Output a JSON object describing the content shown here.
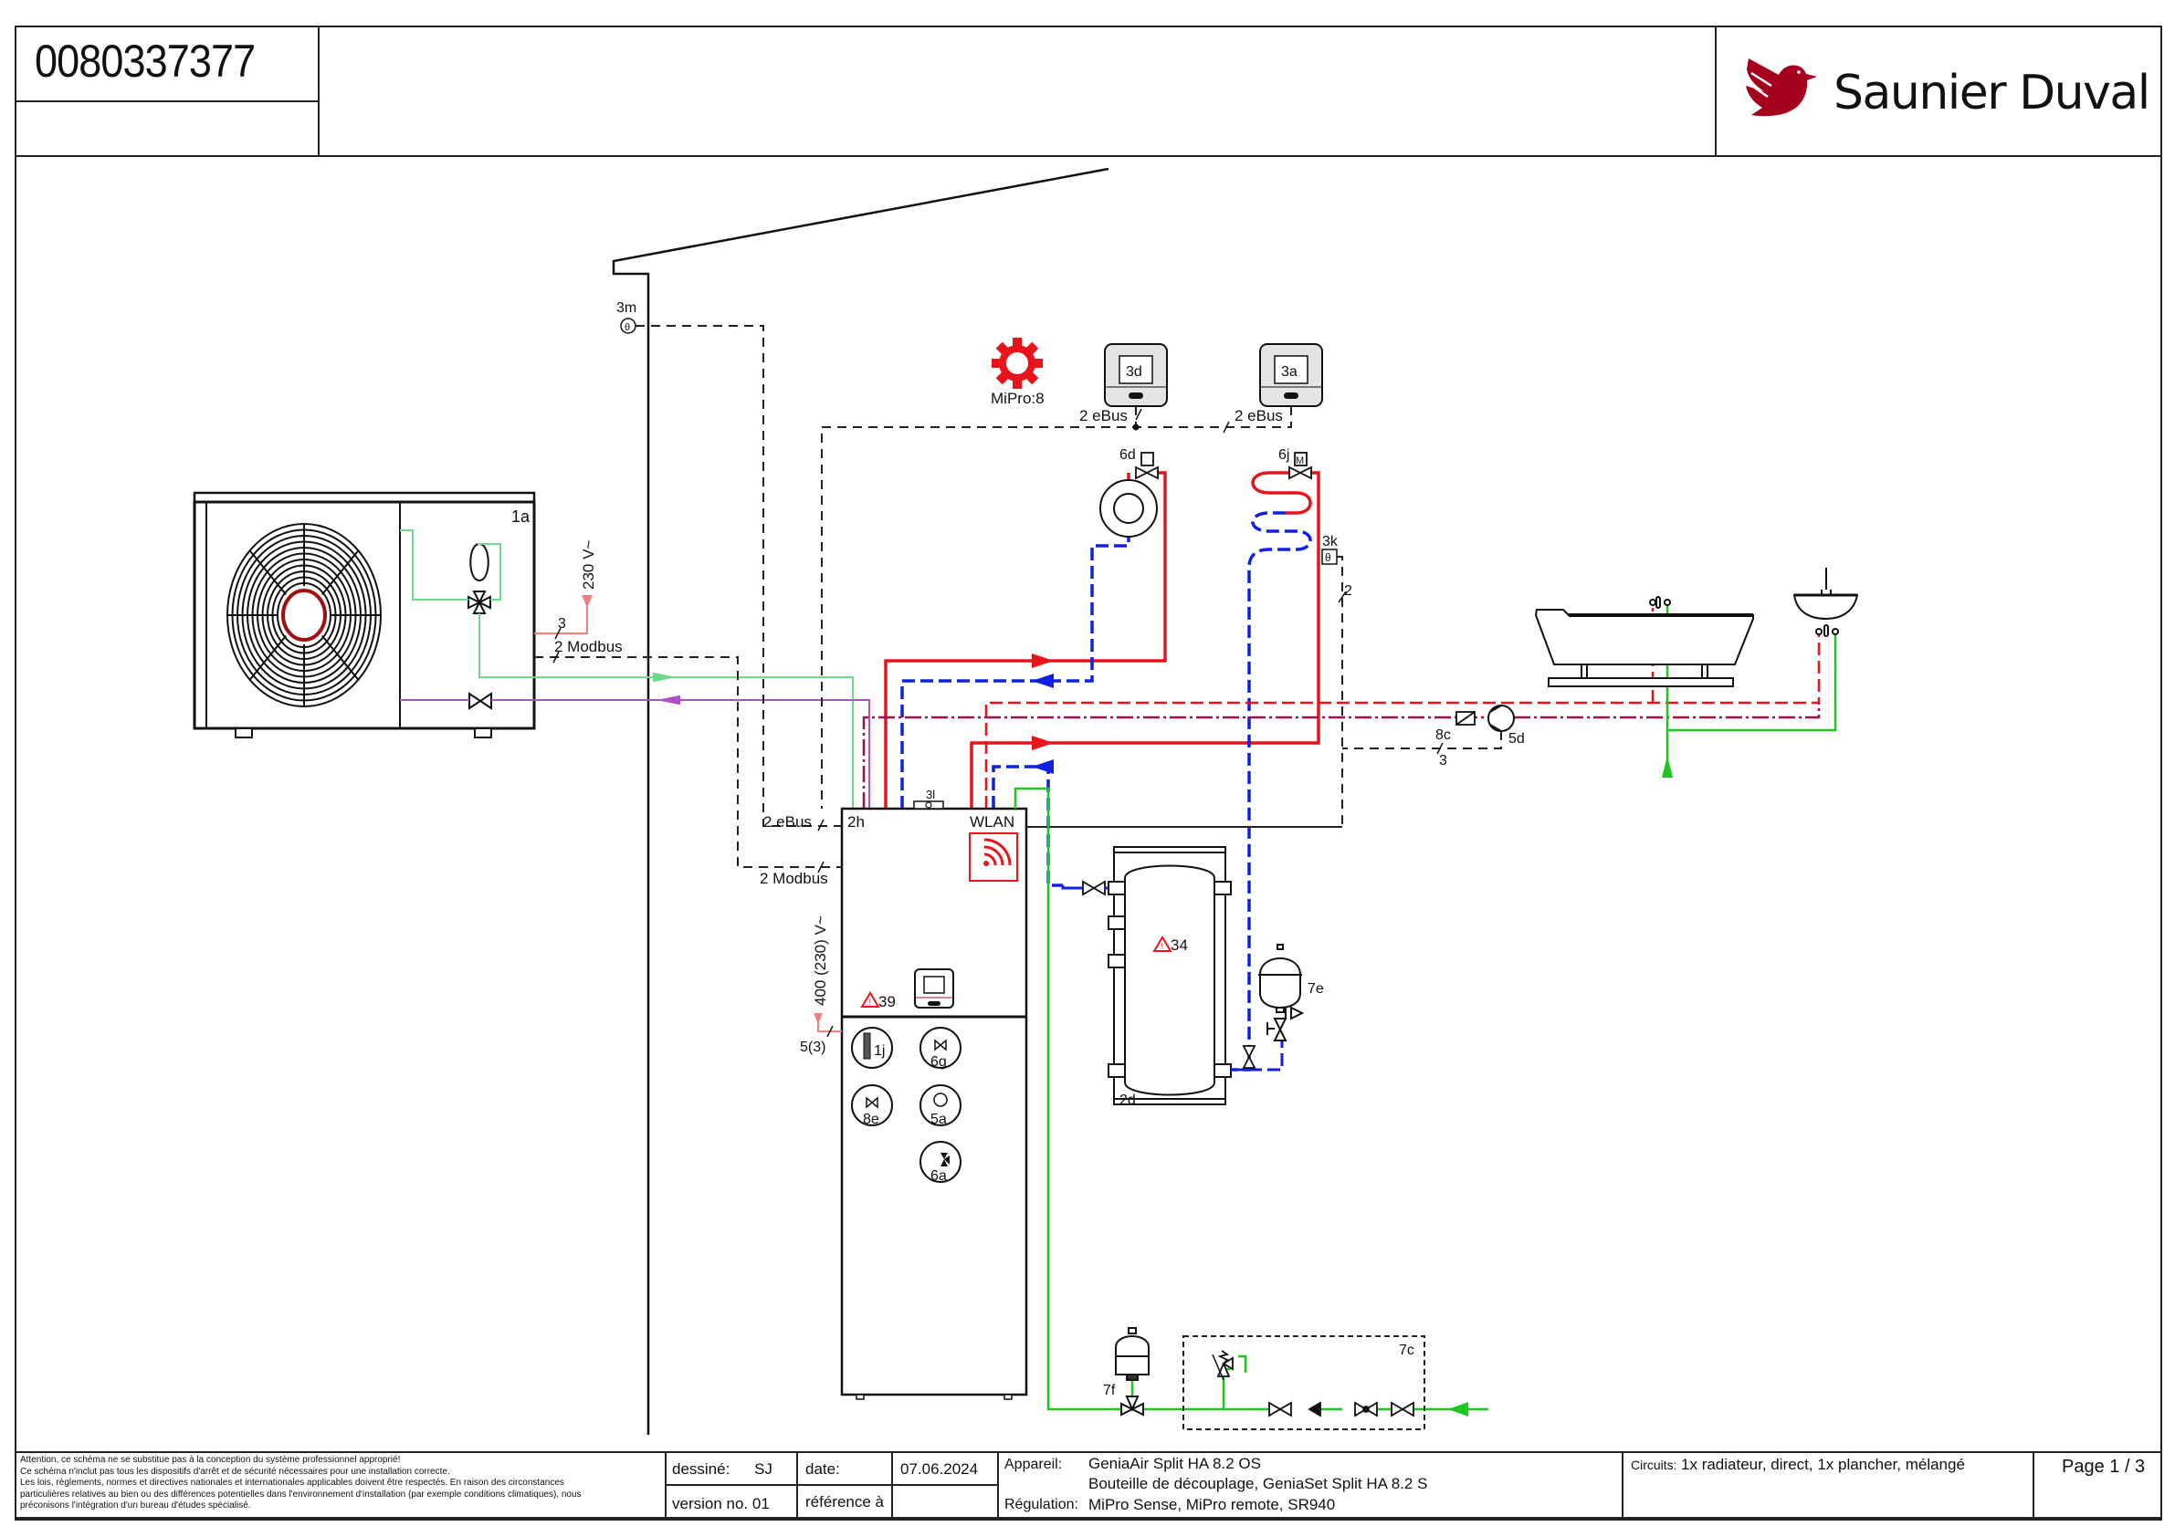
{
  "header": {
    "drawing_number": "0080337377",
    "brand_name": "Saunier Duval",
    "brand_color": "#a6001f"
  },
  "diagram": {
    "labels": {
      "outdoor_unit": "1a",
      "outdoor_power": "230 V~",
      "outdoor_power_wires": "3",
      "modbus_outdoor": "2 Modbus",
      "outdoor_sensor": "3m",
      "mipro": "MiPro:8",
      "controller_3d": "3d",
      "controller_3a": "3a",
      "ebus_3d": "2 eBus",
      "ebus_3a": "2 eBus",
      "valve_6d": "6d",
      "valve_6j": "6j",
      "valve_6j_motor": "M",
      "sensor_3k": "3k",
      "sensor_3k_wires": "2",
      "indoor_unit": "2h",
      "wlan": "WLAN",
      "sensor_3l": "3l",
      "ebus_indoor": "2 eBus",
      "modbus_indoor": "2 Modbus",
      "indoor_power": "400 (230) V~",
      "indoor_power_wires": "5(3)",
      "warning_39": "39",
      "comp_1j": "1j",
      "comp_6g": "6g",
      "comp_8e": "8e",
      "comp_5a": "5a",
      "comp_6a": "6a",
      "tank": "2d",
      "warning_34": "34",
      "expansion_7e": "7e",
      "expansion_7f": "7f",
      "safety_group": "7c",
      "valve_8c": "8c",
      "pump_5d": "5d",
      "pump_wires": "3"
    },
    "pipe_colors": {
      "heating_flow": "#e8141c",
      "heating_return": "#1020e0",
      "refrigerant_gas": "#6fd88a",
      "refrigerant_liquid": "#b050c8",
      "cold_water": "#1ec81e",
      "hot_water": "#e8141c",
      "circulation": "#a0104a",
      "power": "#f08080",
      "bus": "#222222",
      "warning": "#e8141c"
    }
  },
  "footer": {
    "disclaimer": [
      "Attention, ce schéma ne se substitue pas à la conception du système professionnel approprié!",
      "Ce schéma n'inclut pas tous les dispositifs d'arrêt et de sécurité nécessaires pour une installation correcte.",
      "Les lois, règlements, normes et directives nationales et internationales applicables doivent être respectés. En raison des circonstances",
      "particulières relatives au bien ou des différences potentielles dans l'environnement d'installation (par exemple conditions climatiques), nous",
      "préconisons l'intégration d'un bureau d'études spécialisé."
    ],
    "drawn_label": "dessiné:",
    "drawn_value": "SJ",
    "date_label": "date:",
    "date_value": "07.06.2024",
    "version_label": "version no. 01",
    "reference_label": "référence à",
    "reference_value": "",
    "appliance_label": "Appareil:",
    "appliance_line1": "GeniaAir Split HA 8.2 OS",
    "appliance_line2": "Bouteille de découplage, GeniaSet Split HA 8.2 S",
    "regulation_label": "Régulation:",
    "regulation_value": "MiPro Sense, MiPro remote, SR940",
    "circuits_label": "Circuits:",
    "circuits_value": "1x radiateur, direct, 1x plancher, mélangé",
    "page": "Page 1 / 3"
  }
}
